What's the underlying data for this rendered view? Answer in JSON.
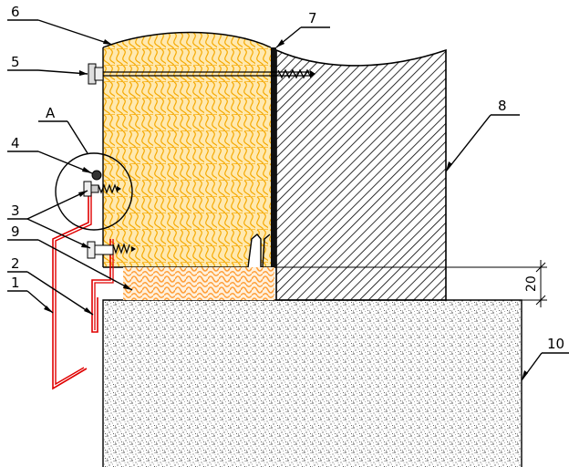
{
  "drawing": {
    "detail_label": "A",
    "dimension_value": "20",
    "callouts": [
      {
        "id": "c1",
        "text": "1"
      },
      {
        "id": "c2",
        "text": "2"
      },
      {
        "id": "c3",
        "text": "3"
      },
      {
        "id": "c4",
        "text": "4"
      },
      {
        "id": "c5",
        "text": "5"
      },
      {
        "id": "c6",
        "text": "6"
      },
      {
        "id": "c7",
        "text": "7"
      },
      {
        "id": "c8",
        "text": "8"
      },
      {
        "id": "c9",
        "text": "9"
      },
      {
        "id": "c10",
        "text": "10"
      }
    ]
  },
  "colors": {
    "insulation_fill": "#FFE9B0",
    "insulation_pattern": "#F5A800",
    "foam_strip": "#FFB060",
    "profile": "#E00000",
    "line": "#000000",
    "hatch": "#000000",
    "concrete_speckle": "#000000"
  },
  "icons": {
    "screw": "self-drilling-screw-icon",
    "dowel": "anchor-dowel-icon"
  }
}
